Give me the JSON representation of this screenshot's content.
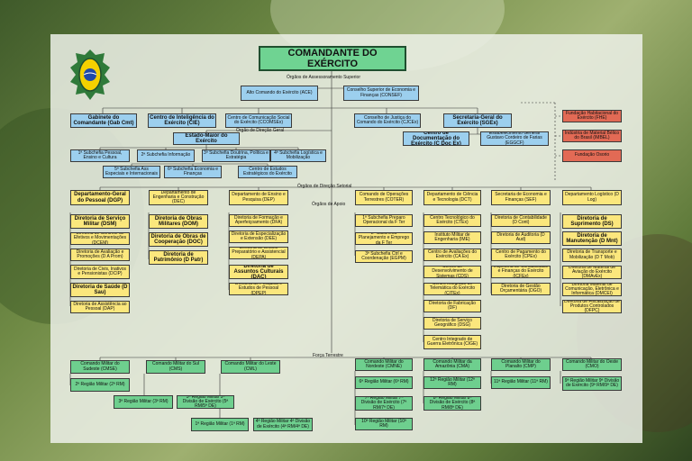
{
  "title": "COMANDANTE DO EXÉRCITO",
  "headers": {
    "assessoramento": "Órgãos de Assessoramento Superior",
    "direcao_geral": "Órgão de Direção Geral",
    "direcao_setorial": "Órgãos de Direção Setorial",
    "apoio": "Órgãos de Apoio",
    "forca_terrestre": "Força Terrestre"
  },
  "boxes": {
    "alto_comando": "Alto Comando do Exército (ACE)",
    "consec": "Conselho Superior de Economia e Finanças (CONSEF)",
    "gab_cmt": "Gabinete do Comandante (Gab Cmt)",
    "cie": "Centro de Inteligência do Exército (CIE)",
    "ccomsex": "Centro de Comunicação Social do Exército (CCOMSEx)",
    "cjex": "Conselho de Justiça do Comando do Exército (CJCEx)",
    "sgex": "Secretaria-Geral do Exército (SGEx)",
    "cdocex": "Centro de Documentação do Exército (C Doc Ex)",
    "egcf": "Estabelecimento General Gustavo Cordeiro de Farias (EGGCF)",
    "eme": "Estado-Maior do Exército",
    "sub1": "1ª Subchefia Pessoal, Ensino e Cultura",
    "sub2": "2ª Subchefia Informação",
    "sub3": "3ª Subchefia Doutrina, Política e Estratégia",
    "sub4": "4ª Subchefia Logística e Mobilização",
    "sub5": "5ª Subchefia Ass Especiais e Internacionais",
    "sub6": "6ª Subchefia Economia e Finanças",
    "ceee": "Centro de Estudos Estratégicos do Exército",
    "fhe": "Fundação Habitacional do Exército (FHE)",
    "imbel": "Indústria de Material Bélico do Brasil (IMBEL)",
    "osorio": "Fundação Osorio",
    "dgp": "Departamento-Geral do Pessoal (DGP)",
    "dec": "Departamento de Engenharia e Construção (DEC)",
    "dep": "Departamento de Ensino e Pesquisa (DEP)",
    "coter": "Comando de Operações Terrestres (COTER)",
    "dct": "Departamento de Ciência e Tecnologia (DCT)",
    "sef": "Secretaria de Economia e Finanças (SEF)",
    "dlog": "Departamento Logístico (D Log)",
    "dsm": "Diretoria de Serviço Militar (DSM)",
    "dcem": "Diretoria de Controle de Efetivos e Movimentações (DCEM)",
    "dapro": "Diretoria de Avaliação e Promoções (D A Prom)",
    "dcip": "Diretoria de Civis, Inativos e Pensionistas (DCIP)",
    "dsau": "Diretoria de Saúde (D Sau)",
    "dap": "Diretoria de Assistência ao Pessoal (DAP)",
    "dom": "Diretoria de Obras Militares (DOM)",
    "doc": "Diretoria de Obras de Cooperação (DOC)",
    "dpatr": "Diretoria de Patrimônio (D Patr)",
    "dfa": "Diretoria de Formação e Aperfeiçoamento (DFA)",
    "dee": "Diretoria de Especialização e Extensão (DEE)",
    "depa": "Diretoria de Ensino Preparatório e Assistencial (DEPA)",
    "dac": "Diretoria de Assuntos Culturais (DAC)",
    "dpep": "Diretoria de Pesquisa e Estudos de Pessoal (DPEP)",
    "cot1": "1ª Subchefia Preparo Operacional da F Ter",
    "cot2": "2ª Subchefia Planejamento e Emprego da F Ter",
    "cot3": "3ª Subchefia Ctrl e Coordenação (EGPM)",
    "ctex": "Centro Tecnológico do Exército (CTEx)",
    "ime": "Instituto Militar de Engenharia (IME)",
    "caex": "Centro de Avaliações do Exército (CA Ex)",
    "cds": "Centro de Desenvolvimento de Sistemas (CDS)",
    "citex": "Centro Integrado de Telemática do Exército (CITEx)",
    "df": "Diretoria de Fabricação (DF)",
    "dsg": "Diretoria de Serviço Geográfico (DSG)",
    "cige": "Centro Integrado de Guerra Eletrônica (CIGE)",
    "dcont": "Diretoria de Contabilidade (D Cont)",
    "daud": "Diretoria de Auditoria (D Aud)",
    "cpex": "Centro de Pagamento do Exército (CPEx)",
    "icfex": "Inspetoria de Contabilidade e Finanças do Exército (ICFEx)",
    "dgo": "Diretoria de Gestão Orçamentária (DGO)",
    "ds": "Diretoria de Suprimento (DS)",
    "dmnt": "Diretoria de Manutenção (D Mnt)",
    "dtmob": "Diretoria de Transporte e Mobilização (D T Mob)",
    "dmave": "Diretoria de Material de Aviação do Exército (DMAvEx)",
    "dmcs": "Diretoria Material de Comunicação, Eletrônica e Informática (DMCEI)",
    "dfpc": "Diretoria de Fiscalização de Produtos Controlados (DFPC)",
    "cmse": "Comando Militar do Sudeste (CMSE)",
    "rm2": "2ª Região Militar (2ª RM)",
    "cms": "Comando Militar do Sul (CMS)",
    "rm3": "3ª Região Militar (3ª RM)",
    "rm5": "5ª Região Militar 5ª Divisão de Exército (5ª RM/5ª DE)",
    "cml": "Comando Militar do Leste (CML)",
    "rm1": "1ª Região Militar (1ª RM)",
    "rm4": "4ª Região Militar 4ª Divisão de Exército (4ª RM/4ª DE)",
    "cmne": "Comando Militar do Nordeste (CMNE)",
    "rm6": "6ª Região Militar (6ª RM)",
    "rm7": "7ª Região Militar 7ª Divisão de Exército (7ª RM/7ª DE)",
    "rm10": "10ª Região Militar (10ª RM)",
    "cma": "Comando Militar da Amazônia (CMA)",
    "rm12": "12ª Região Militar (12ª RM)",
    "rm8": "8ª Região Militar 8ª Divisão de Exército (8ª RM/8ª DE)",
    "cmp": "Comando Militar do Planalto (CMP)",
    "rm11": "11ª Região Militar (11ª RM)",
    "cmo": "Comando Militar do Oeste (CMO)",
    "rm9": "9ª Região Militar 9ª Divisão de Exército (9ª RM/9ª DE)"
  },
  "colors": {
    "blue": "#9ccfee",
    "yellow": "#fbe77d",
    "green": "#6ecf8e",
    "red": "#e26a55"
  }
}
